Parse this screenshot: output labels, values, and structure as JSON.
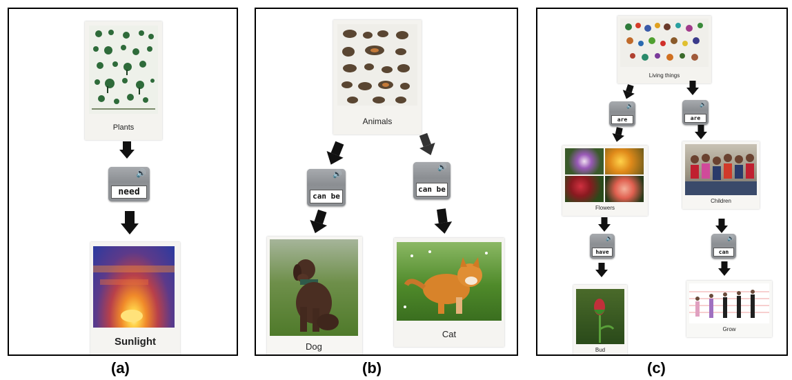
{
  "panels": {
    "a": {
      "caption": "(a)",
      "plants_label": "Plants",
      "connector": "need",
      "sunlight_label": "Sunlight"
    },
    "b": {
      "caption": "(b)",
      "animals_label": "Animals",
      "connector_left": "can be",
      "connector_right": "can be",
      "dog_label": "Dog",
      "cat_label": "Cat"
    },
    "c": {
      "caption": "(c)",
      "living_label": "Living things",
      "connector_left": "are",
      "connector_right": "are",
      "flowers_label": "Flowers",
      "children_label": "Children",
      "connector_have": "have",
      "connector_can": "can",
      "bud_label": "Bud",
      "grow_label": "Grow"
    }
  },
  "icons": {
    "speaker": "speaker-icon",
    "arrow": "arrow-down-icon"
  }
}
